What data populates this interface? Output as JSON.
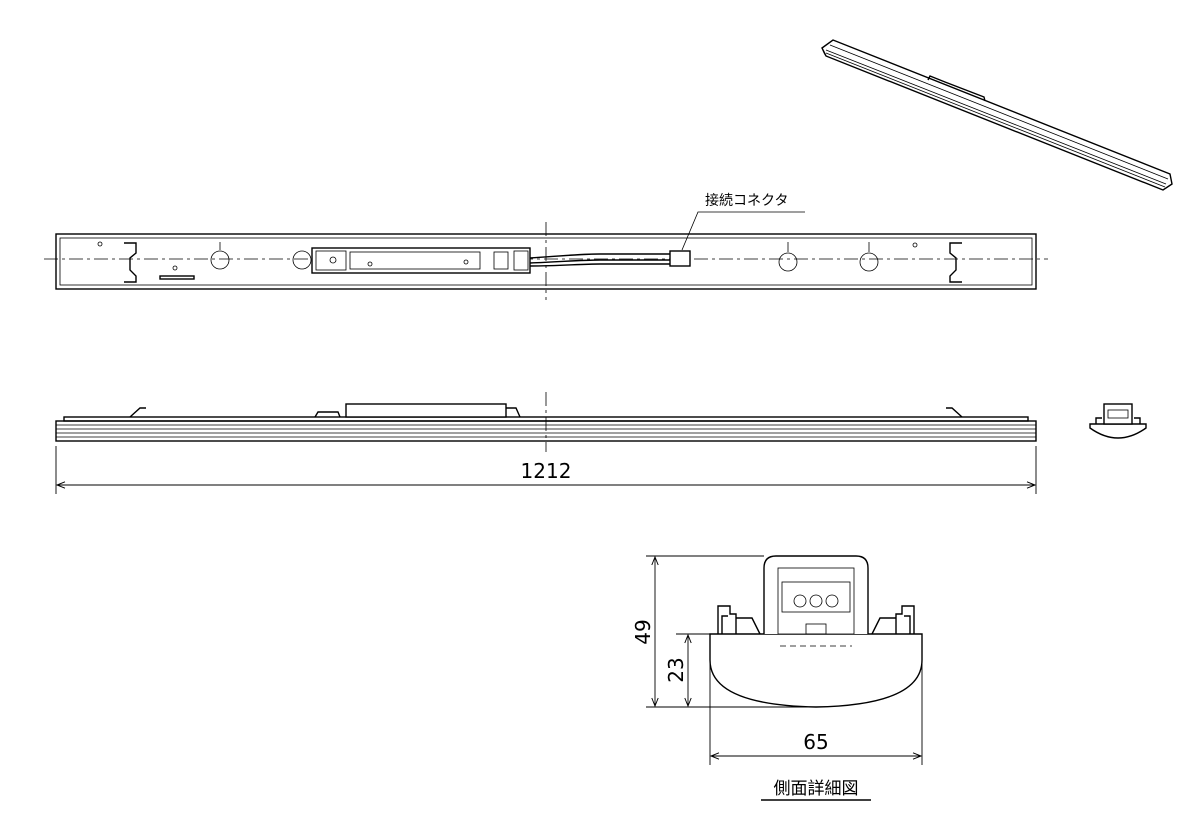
{
  "labels": {
    "connector": "接続コネクタ",
    "side_detail": "側面詳細図"
  },
  "dimensions": {
    "total_length": "1212",
    "height": "49",
    "lower_height": "23",
    "width": "65"
  }
}
